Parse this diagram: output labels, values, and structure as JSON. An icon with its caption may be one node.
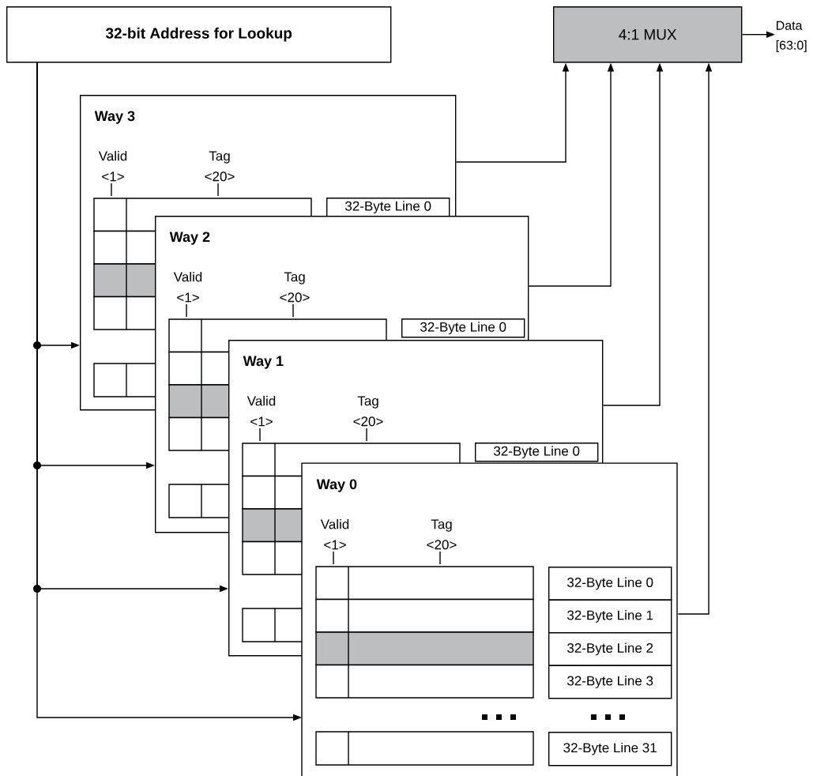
{
  "diagram": {
    "nodes": [
      {
        "text": [
          "32-bit Address for Lookup"
        ]
      },
      {
        "text": [
          "4:1 MUX"
        ]
      },
      {
        "text": [
          "Data [63:0]"
        ]
      },
      {
        "text": [
          "Way 3"
        ]
      },
      {
        "text": [
          "32-Byte Line 0"
        ],
        "in": 3
      },
      {
        "text": [
          "Way 2"
        ]
      },
      {
        "text": [
          "32-Byte Line 0"
        ],
        "in": 5
      },
      {
        "text": [
          "Way 1"
        ]
      },
      {
        "text": [
          "32-Byte Line 0"
        ],
        "in": 7
      },
      {
        "text": [
          "Way 0"
        ]
      },
      {
        "text": [
          "32-Byte Line 0"
        ],
        "in": 9
      },
      {
        "text": [
          "32-Byte Line 1"
        ],
        "in": 9
      },
      {
        "text": [
          "32-Byte Line 2"
        ],
        "in": 9
      },
      {
        "text": [
          "32-Byte Line 3"
        ],
        "in": 9
      },
      {
        "text": [
          "32-Byte Line 31"
        ],
        "in": 9
      }
    ],
    "edges": [
      {
        "from": 0,
        "to": 3,
        "arrow": "to"
      },
      {
        "from": 0,
        "to": 5,
        "arrow": "to"
      },
      {
        "from": 0,
        "to": 7,
        "arrow": "to"
      },
      {
        "from": 0,
        "to": 9,
        "arrow": "to"
      },
      {
        "from": 3,
        "to": 1,
        "arrow": "to"
      },
      {
        "from": 5,
        "to": 1,
        "arrow": "to"
      },
      {
        "from": 7,
        "to": 1,
        "arrow": "to"
      },
      {
        "from": 9,
        "to": 1,
        "arrow": "to"
      },
      {
        "from": 1,
        "to": 2,
        "arrow": "to"
      }
    ],
    "labels": [
      "Valid <1>",
      "Tag <20>",
      "Valid <1>",
      "Tag <20>",
      "Valid <1>",
      "Tag <20>",
      "Valid <1>",
      "Tag <20>"
    ]
  }
}
